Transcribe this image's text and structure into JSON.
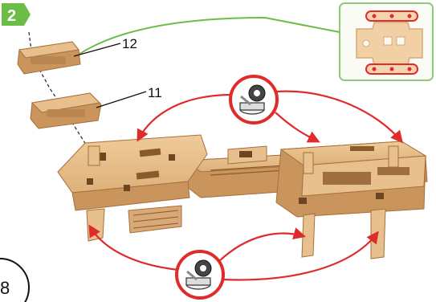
{
  "step": {
    "number": "2",
    "badge_color": "#6cbd45",
    "next_step_number": "8"
  },
  "callouts": {
    "part_12": "12",
    "part_11": "11"
  },
  "colors": {
    "wood_top": "#e7c08e",
    "wood_side": "#c9955c",
    "wood_edge": "#a86f3a",
    "glue_arrow": "#e02b2b",
    "link_line": "#6cbd45",
    "inset_border": "#8cc97a"
  },
  "icons": {
    "glue": "glue-pot-icon",
    "badge": "step-badge-icon"
  }
}
